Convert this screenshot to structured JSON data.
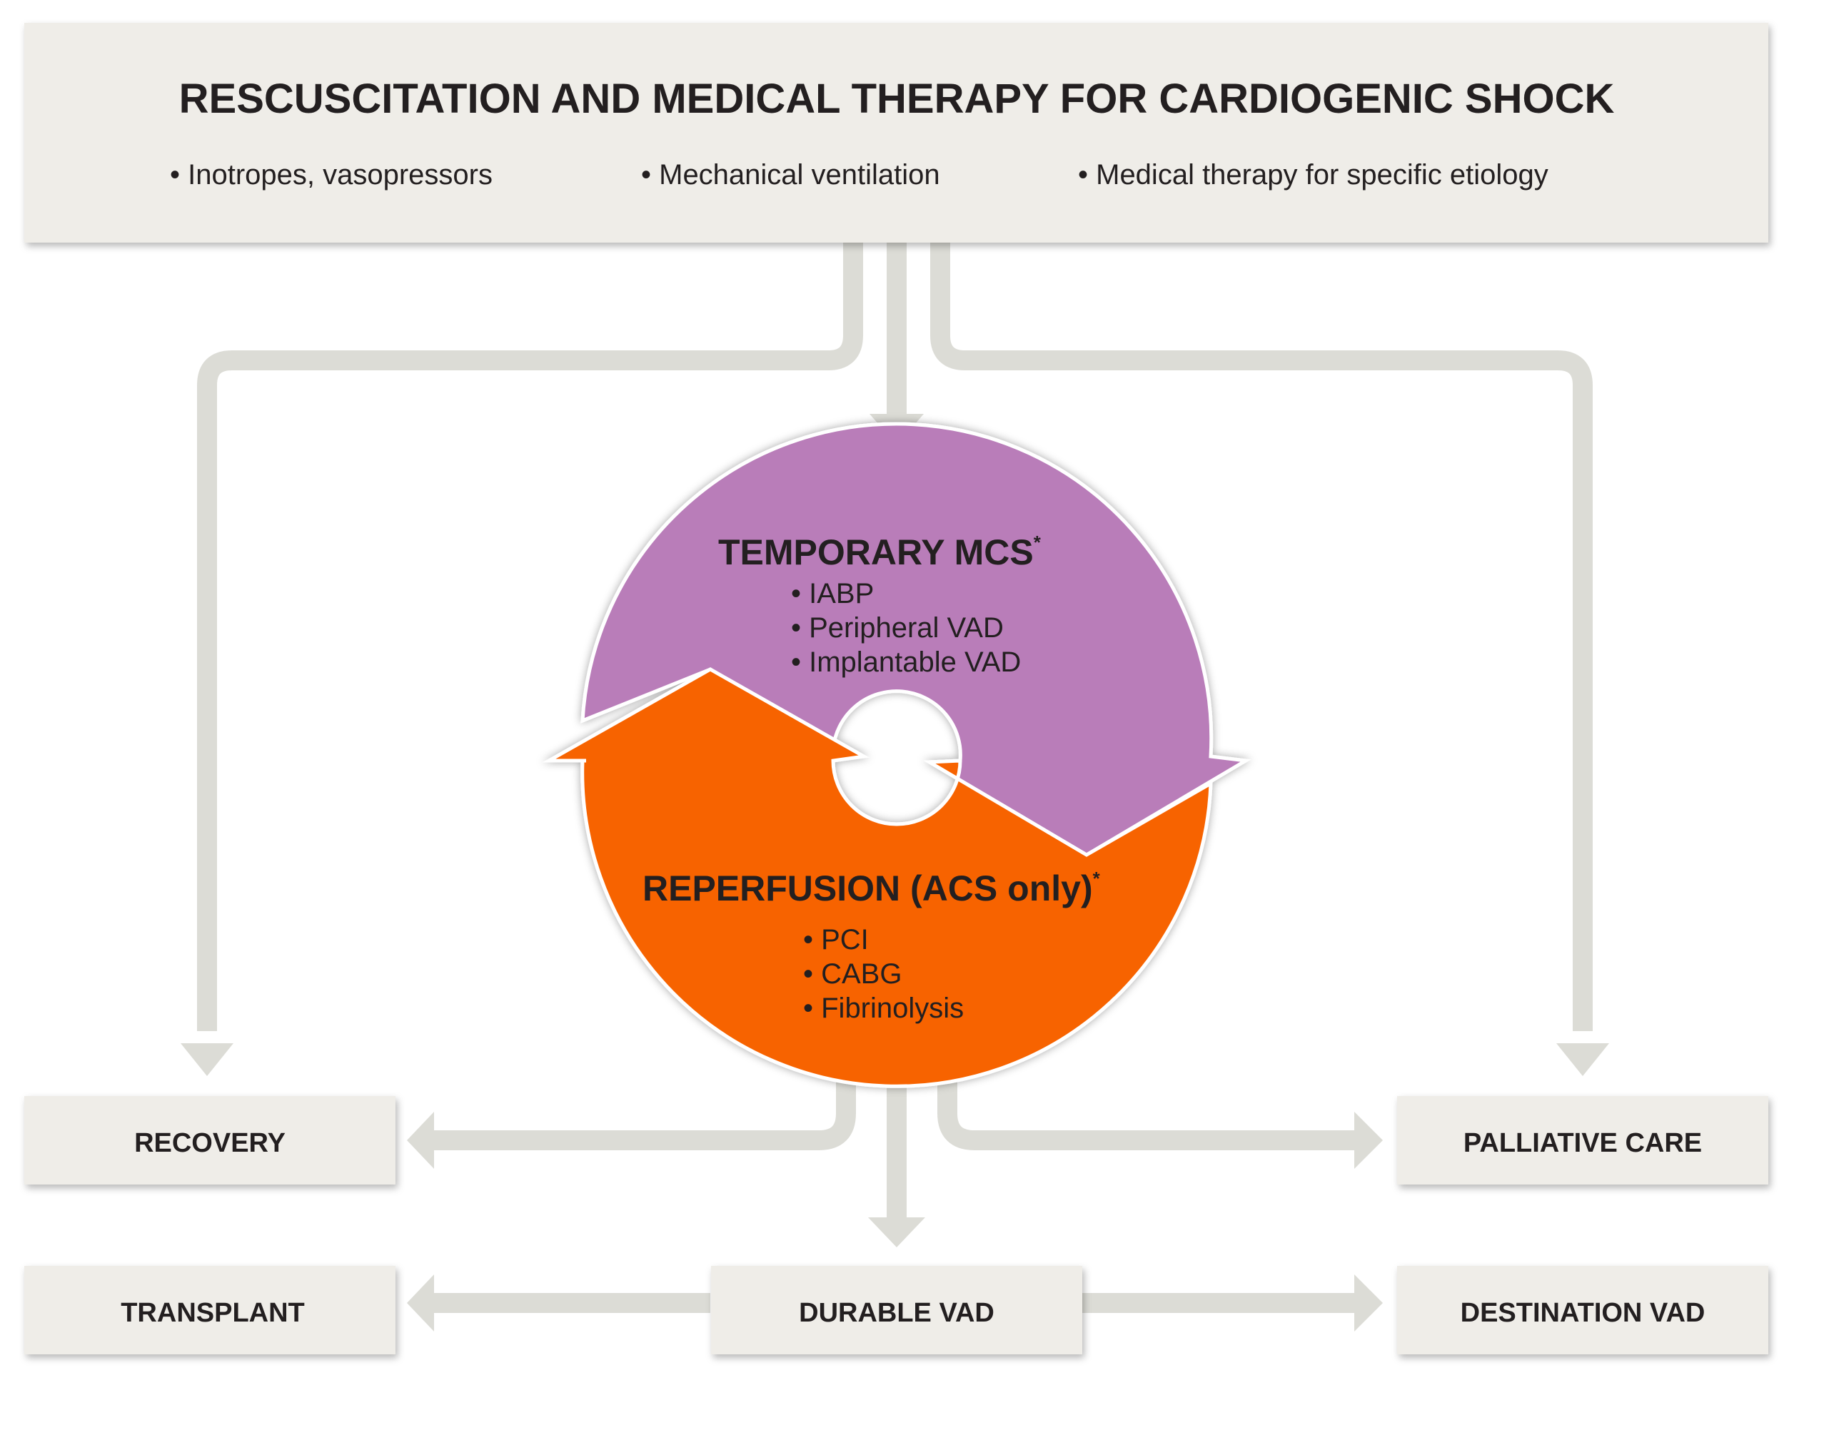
{
  "header": {
    "title": "RESCUSCITATION AND MEDICAL THERAPY FOR CARDIOGENIC SHOCK",
    "bullets": [
      "• Inotropes, vasopressors",
      "• Mechanical ventilation",
      "• Medical therapy for specific etiology"
    ]
  },
  "cycle": {
    "top": {
      "title": "TEMPORARY MCS",
      "marker": "*",
      "items": [
        "• IABP",
        "• Peripheral VAD",
        "• Implantable VAD"
      ]
    },
    "bottom": {
      "title": "REPERFUSION (ACS only)",
      "marker": "*",
      "items": [
        "• PCI",
        "• CABG",
        "• Fibrinolysis"
      ]
    }
  },
  "outcomes": {
    "recovery": "RECOVERY",
    "palliative": "PALLIATIVE CARE",
    "transplant": "TRANSPLANT",
    "durable": "DURABLE VAD",
    "destination": "DESTINATION VAD"
  },
  "colors": {
    "box_fill": "#efede8",
    "connector": "#dcdcd6",
    "purple": "#b97db9",
    "orange": "#f76300",
    "text": "#231f20"
  }
}
